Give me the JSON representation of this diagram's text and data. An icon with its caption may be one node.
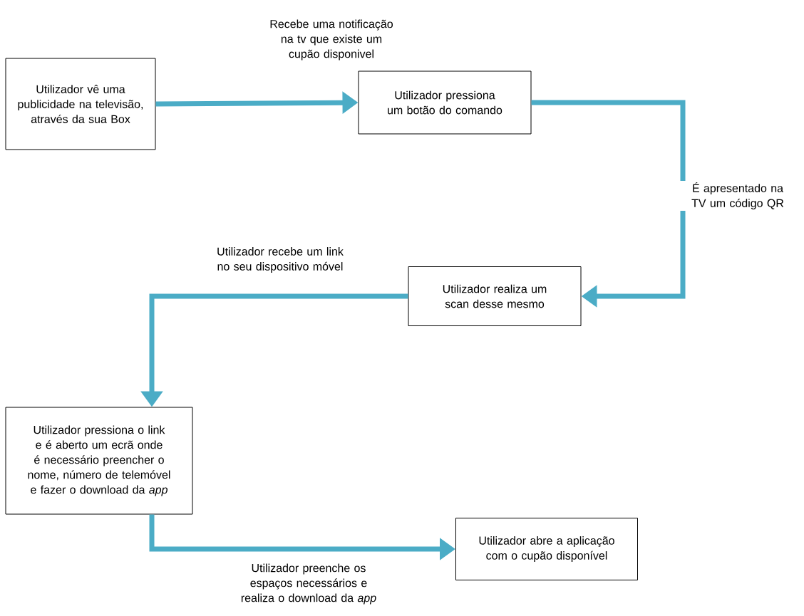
{
  "diagram": {
    "nodes": [
      {
        "text": [
          "Utilizador vê uma publicidade na televisão, através da sua Box"
        ]
      },
      {
        "text": [
          "Utilizador pressiona um botão do comando"
        ]
      },
      {
        "text": [
          "Utilizador realiza um scan desse mesmo"
        ]
      },
      {
        "text": [
          "Utilizador pressiona o link e é aberto um ecrã onde é necessário preencher o nome, número de telemóvel e fazer o download da *app*"
        ]
      },
      {
        "text": [
          "Utilizador abre a aplicação com o cupão disponível"
        ]
      }
    ],
    "edges": [
      {
        "from": 0,
        "to": 1,
        "arrow": "to",
        "label": "Recebe uma notificação na tv que existe um cupão disponivel"
      },
      {
        "from": 1,
        "to": 2,
        "arrow": "to",
        "label": "É apresentado na TV um código QR"
      },
      {
        "from": 2,
        "to": 3,
        "arrow": "to",
        "label": "Utilizador recebe um link no seu dispositivo móvel"
      },
      {
        "from": 3,
        "to": 4,
        "arrow": "to",
        "label": "Utilizador preenche os espaços necessários e realiza o download da *app*"
      }
    ]
  }
}
